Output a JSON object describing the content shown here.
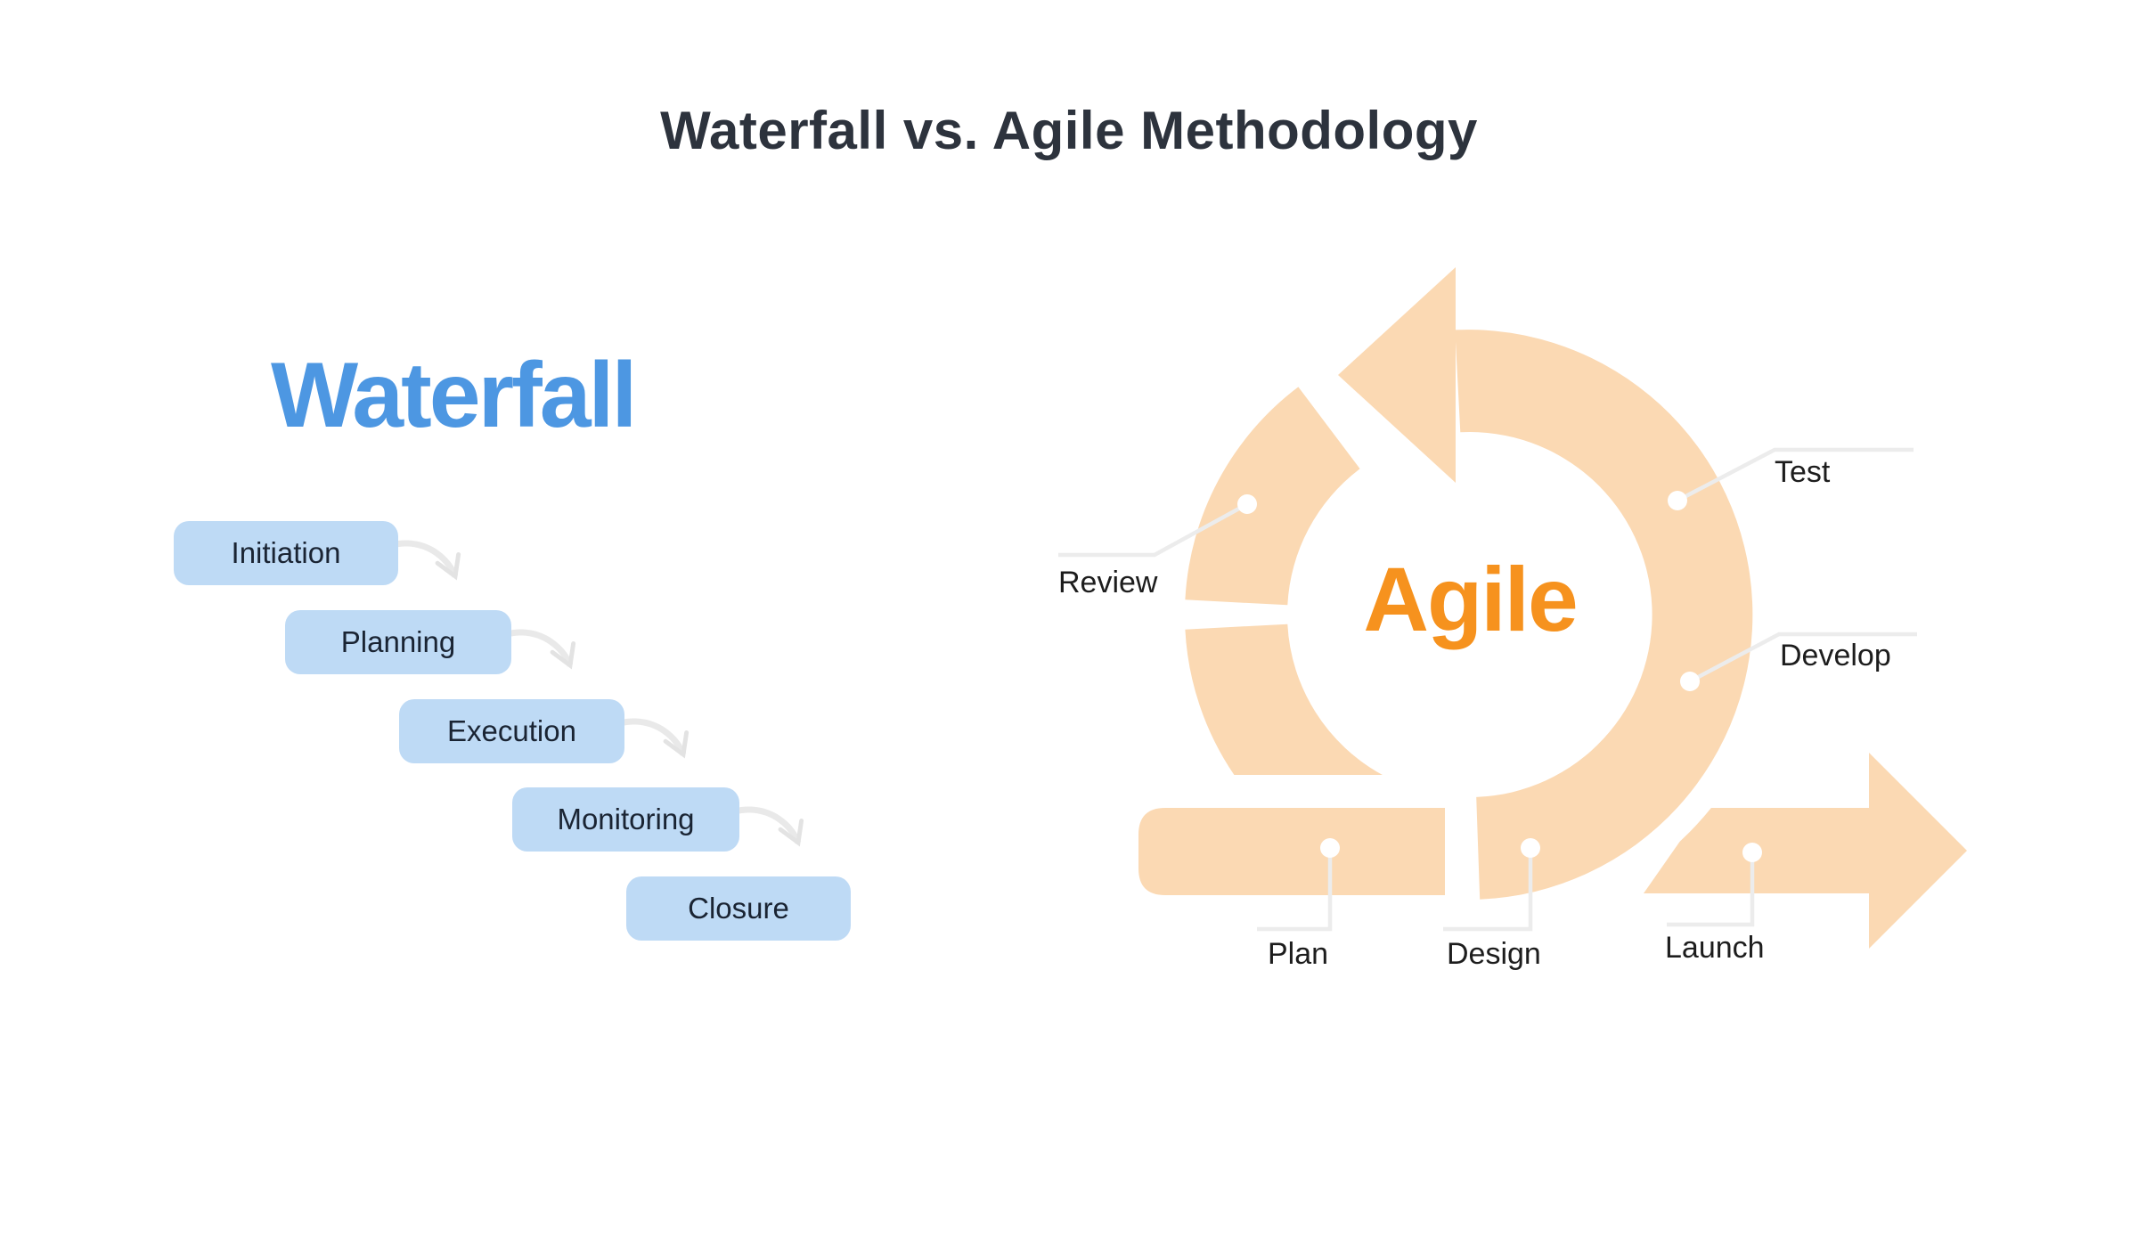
{
  "title": "Waterfall vs. Agile Methodology",
  "waterfall": {
    "heading": "Waterfall",
    "steps": [
      "Initiation",
      "Planning",
      "Execution",
      "Monitoring",
      "Closure"
    ]
  },
  "agile": {
    "center_label": "Agile",
    "labels": {
      "review": "Review",
      "test": "Test",
      "develop": "Develop",
      "plan": "Plan",
      "design": "Design",
      "launch": "Launch"
    }
  },
  "colors": {
    "title_text": "#2D333D",
    "waterfall_heading": "#4D97E2",
    "waterfall_box_fill": "#BEDAF5",
    "waterfall_box_text": "#1A2433",
    "agile_shape": "#FBD9B3",
    "agile_center_text": "#F6921E",
    "callout_line": "#ECECEC",
    "label_text": "#1D1D1D",
    "background": "#FFFFFF"
  }
}
